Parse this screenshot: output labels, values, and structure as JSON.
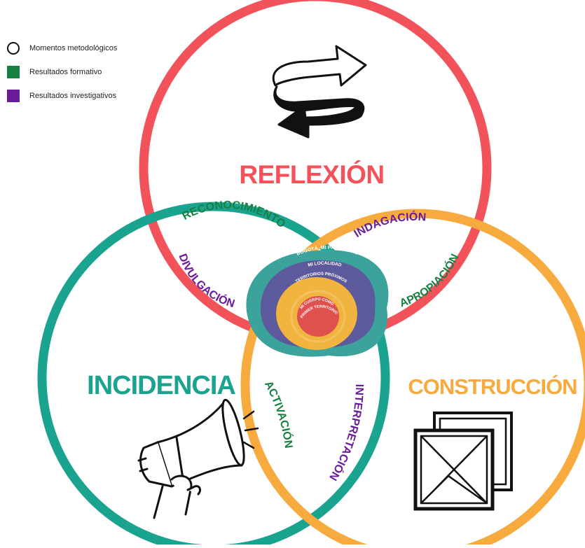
{
  "legend": {
    "items": [
      {
        "label": "Momentos metodológicos",
        "shape": "circle-outline",
        "color": "#111111"
      },
      {
        "label": "Resultados formativo",
        "shape": "square",
        "color": "#178043"
      },
      {
        "label": "Resultados investigativos",
        "shape": "square",
        "color": "#6a1b9a"
      }
    ]
  },
  "colors": {
    "reflexion": "#f2525a",
    "incidencia": "#1aa38f",
    "construccion": "#f7ab3f",
    "formativo": "#178043",
    "investigativo": "#6a1b9a",
    "ring_outer": "#3ba39b",
    "ring_mid": "#5c5a9c",
    "ring_inner": "#f1b43e",
    "ring_core": "#e0504e"
  },
  "moments": {
    "reflexion": {
      "label": "REFLEXIÓN",
      "icon": "cycle-arrows-icon"
    },
    "incidencia": {
      "label": "INCIDENCIA",
      "icon": "megaphone-icon"
    },
    "construccion": {
      "label": "CONSTRUCCIÓN",
      "icon": "tangram-frames-icon"
    }
  },
  "results": {
    "reconocimiento": "RECONOCIMIENTO",
    "divulgacion": "DIVULGACIÓN",
    "indagacion": "INDAGACIÓN",
    "apropiacion": "APROPIACIÓN",
    "activacion": "ACTIVACIÓN",
    "interpretacion": "INTERPRETACIÓN"
  },
  "territories": {
    "outer": "BOGOTÁ, MI PATRIMONIO",
    "mid": "MI LOCALIDAD",
    "inner": "TERRITORIOS PRÓXIMOS",
    "core_line1": "MI CUERPO COMO",
    "core_line2": "PRIMER TERRITORIO"
  }
}
